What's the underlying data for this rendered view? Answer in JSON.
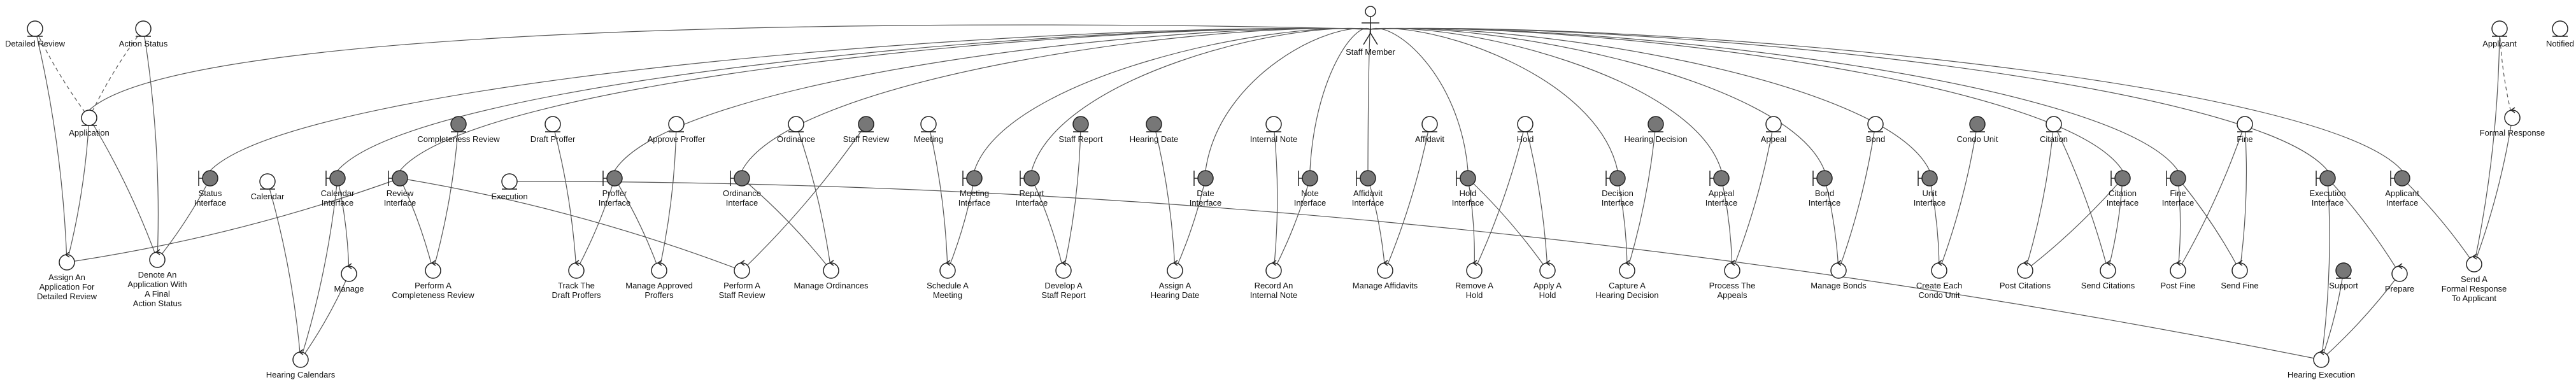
{
  "actor": {
    "id": "staff",
    "label": "Staff Member"
  },
  "nodes": [
    {
      "id": "detailedReview",
      "label": "Detailed Review",
      "kind": "entity"
    },
    {
      "id": "actionStatus",
      "label": "Action Status",
      "kind": "entity"
    },
    {
      "id": "application",
      "label": "Application",
      "kind": "entity"
    },
    {
      "id": "assignApp",
      "label": "Assign An\nApplication For\nDetailed Review",
      "kind": "control"
    },
    {
      "id": "denoteApp",
      "label": "Denote An\nApplication With\nA Final\nAction Status",
      "kind": "control"
    },
    {
      "id": "statusIf",
      "label": "Status\nInterface",
      "kind": "boundary"
    },
    {
      "id": "calendar",
      "label": "Calendar",
      "kind": "entity"
    },
    {
      "id": "calendarIf",
      "label": "Calendar\nInterface",
      "kind": "boundary"
    },
    {
      "id": "manage",
      "label": "Manage",
      "kind": "control"
    },
    {
      "id": "hearingCalendars",
      "label": "Hearing Calendars",
      "kind": "control"
    },
    {
      "id": "reviewIf",
      "label": "Review\nInterface",
      "kind": "boundary"
    },
    {
      "id": "completenessReview",
      "label": "Completeness Review",
      "kind": "entity-dark"
    },
    {
      "id": "performCompleteness",
      "label": "Perform A\nCompleteness Review",
      "kind": "control"
    },
    {
      "id": "execution",
      "label": "Execution",
      "kind": "entity"
    },
    {
      "id": "draftProffer",
      "label": "Draft Proffer",
      "kind": "entity"
    },
    {
      "id": "profferIf",
      "label": "Proffer\nInterface",
      "kind": "boundary"
    },
    {
      "id": "trackDraft",
      "label": "Track The\nDraft Proffers",
      "kind": "control"
    },
    {
      "id": "approveProffer",
      "label": "Approve Proffer",
      "kind": "entity"
    },
    {
      "id": "manageApproved",
      "label": "Manage Approved\nProffers",
      "kind": "control"
    },
    {
      "id": "ordinance",
      "label": "Ordinance",
      "kind": "entity"
    },
    {
      "id": "ordinanceIf",
      "label": "Ordinance\nInterface",
      "kind": "boundary"
    },
    {
      "id": "staffReview",
      "label": "Staff Review",
      "kind": "entity-dark"
    },
    {
      "id": "performStaff",
      "label": "Perform A\nStaff Review",
      "kind": "control"
    },
    {
      "id": "manageOrdinances",
      "label": "Manage Ordinances",
      "kind": "control"
    },
    {
      "id": "meeting",
      "label": "Meeting",
      "kind": "entity"
    },
    {
      "id": "meetingIf",
      "label": "Meeting\nInterface",
      "kind": "boundary"
    },
    {
      "id": "scheduleMeeting",
      "label": "Schedule A\nMeeting",
      "kind": "control"
    },
    {
      "id": "reportIf",
      "label": "Report\nInterface",
      "kind": "boundary"
    },
    {
      "id": "staffReport",
      "label": "Staff Report",
      "kind": "entity-dark"
    },
    {
      "id": "developReport",
      "label": "Develop A\nStaff Report",
      "kind": "control"
    },
    {
      "id": "hearingDate",
      "label": "Hearing Date",
      "kind": "entity-dark"
    },
    {
      "id": "dateIf",
      "label": "Date\nInterface",
      "kind": "boundary"
    },
    {
      "id": "assignHearing",
      "label": "Assign A\nHearing Date",
      "kind": "control"
    },
    {
      "id": "internalNote",
      "label": "Internal Note",
      "kind": "entity"
    },
    {
      "id": "noteIf",
      "label": "Note\nInterface",
      "kind": "boundary"
    },
    {
      "id": "recordNote",
      "label": "Record An\nInternal Note",
      "kind": "control"
    },
    {
      "id": "affidavitIf",
      "label": "Affidavit\nInterface",
      "kind": "boundary"
    },
    {
      "id": "affidavit",
      "label": "Affidavit",
      "kind": "entity"
    },
    {
      "id": "manageAffidavits",
      "label": "Manage Affidavits",
      "kind": "control"
    },
    {
      "id": "hold",
      "label": "Hold",
      "kind": "entity"
    },
    {
      "id": "holdIf",
      "label": "Hold\nInterface",
      "kind": "boundary"
    },
    {
      "id": "removeHold",
      "label": "Remove A\nHold",
      "kind": "control"
    },
    {
      "id": "applyHold",
      "label": "Apply A\nHold",
      "kind": "control"
    },
    {
      "id": "hearingDecision",
      "label": "Hearing Decision",
      "kind": "entity-dark"
    },
    {
      "id": "decisionIf",
      "label": "Decision\nInterface",
      "kind": "boundary"
    },
    {
      "id": "captureDecision",
      "label": "Capture A\nHearing Decision",
      "kind": "control"
    },
    {
      "id": "appeal",
      "label": "Appeal",
      "kind": "entity"
    },
    {
      "id": "appealIf",
      "label": "Appeal\nInterface",
      "kind": "boundary"
    },
    {
      "id": "processAppeals",
      "label": "Process The\nAppeals",
      "kind": "control"
    },
    {
      "id": "bond",
      "label": "Bond",
      "kind": "entity"
    },
    {
      "id": "bondIf",
      "label": "Bond\nInterface",
      "kind": "boundary"
    },
    {
      "id": "manageBonds",
      "label": "Manage Bonds",
      "kind": "control"
    },
    {
      "id": "condoUnit",
      "label": "Condo Unit",
      "kind": "entity-dark"
    },
    {
      "id": "unitIf",
      "label": "Unit\nInterface",
      "kind": "boundary"
    },
    {
      "id": "createCondo",
      "label": "Create Each\nCondo Unit",
      "kind": "control"
    },
    {
      "id": "citation",
      "label": "Citation",
      "kind": "entity"
    },
    {
      "id": "citationIf",
      "label": "Citation\nInterface",
      "kind": "boundary"
    },
    {
      "id": "postCitations",
      "label": "Post Citations",
      "kind": "control"
    },
    {
      "id": "sendCitations",
      "label": "Send Citations",
      "kind": "control"
    },
    {
      "id": "fine",
      "label": "Fine",
      "kind": "entity"
    },
    {
      "id": "fineIf",
      "label": "Fine\nInterface",
      "kind": "boundary"
    },
    {
      "id": "postFine",
      "label": "Post Fine",
      "kind": "control"
    },
    {
      "id": "sendFine",
      "label": "Send Fine",
      "kind": "control"
    },
    {
      "id": "executionIf",
      "label": "Execution\nInterface",
      "kind": "boundary"
    },
    {
      "id": "support",
      "label": "Support",
      "kind": "entity-dark"
    },
    {
      "id": "prepare",
      "label": "Prepare",
      "kind": "control"
    },
    {
      "id": "hearingExecution",
      "label": "Hearing Execution",
      "kind": "control"
    },
    {
      "id": "applicantIf",
      "label": "Applicant\nInterface",
      "kind": "boundary"
    },
    {
      "id": "sendFormal",
      "label": "Send A\nFormal Response\nTo Applicant",
      "kind": "control"
    },
    {
      "id": "applicant",
      "label": "Applicant",
      "kind": "entity"
    },
    {
      "id": "formalResponse",
      "label": "Formal Response",
      "kind": "control"
    },
    {
      "id": "notified",
      "label": "Notified",
      "kind": "entity"
    }
  ],
  "edges": [
    [
      "staff",
      "statusIf"
    ],
    [
      "staff",
      "calendarIf"
    ],
    [
      "staff",
      "reviewIf"
    ],
    [
      "staff",
      "application"
    ],
    [
      "staff",
      "profferIf"
    ],
    [
      "staff",
      "ordinanceIf"
    ],
    [
      "staff",
      "meetingIf"
    ],
    [
      "staff",
      "reportIf"
    ],
    [
      "staff",
      "dateIf"
    ],
    [
      "staff",
      "noteIf"
    ],
    [
      "staff",
      "affidavitIf"
    ],
    [
      "staff",
      "holdIf"
    ],
    [
      "staff",
      "decisionIf"
    ],
    [
      "staff",
      "appealIf"
    ],
    [
      "staff",
      "bondIf"
    ],
    [
      "staff",
      "unitIf"
    ],
    [
      "staff",
      "citationIf"
    ],
    [
      "staff",
      "fineIf"
    ],
    [
      "staff",
      "executionIf"
    ],
    [
      "staff",
      "applicantIf"
    ],
    [
      "application",
      "detailedReview",
      "dashed"
    ],
    [
      "application",
      "actionStatus",
      "dashed"
    ],
    [
      "application",
      "assignApp"
    ],
    [
      "application",
      "denoteApp"
    ],
    [
      "detailedReview",
      "assignApp"
    ],
    [
      "actionStatus",
      "denoteApp"
    ],
    [
      "statusIf",
      "denoteApp"
    ],
    [
      "reviewIf",
      "assignApp"
    ],
    [
      "reviewIf",
      "performCompleteness"
    ],
    [
      "reviewIf",
      "performStaff"
    ],
    [
      "completenessReview",
      "performCompleteness"
    ],
    [
      "calendarIf",
      "manage"
    ],
    [
      "calendarIf",
      "hearingCalendars"
    ],
    [
      "calendar",
      "hearingCalendars"
    ],
    [
      "manage",
      "hearingCalendars"
    ],
    [
      "execution",
      "hearingExecution"
    ],
    [
      "draftProffer",
      "trackDraft"
    ],
    [
      "profferIf",
      "trackDraft"
    ],
    [
      "profferIf",
      "manageApproved"
    ],
    [
      "approveProffer",
      "manageApproved"
    ],
    [
      "ordinance",
      "manageOrdinances"
    ],
    [
      "ordinanceIf",
      "manageOrdinances"
    ],
    [
      "staffReview",
      "performStaff"
    ],
    [
      "meeting",
      "scheduleMeeting"
    ],
    [
      "meetingIf",
      "scheduleMeeting"
    ],
    [
      "reportIf",
      "developReport"
    ],
    [
      "staffReport",
      "developReport"
    ],
    [
      "hearingDate",
      "assignHearing"
    ],
    [
      "dateIf",
      "assignHearing"
    ],
    [
      "internalNote",
      "recordNote"
    ],
    [
      "noteIf",
      "recordNote"
    ],
    [
      "affidavitIf",
      "manageAffidavits"
    ],
    [
      "affidavit",
      "manageAffidavits"
    ],
    [
      "hold",
      "removeHold"
    ],
    [
      "hold",
      "applyHold"
    ],
    [
      "holdIf",
      "removeHold"
    ],
    [
      "holdIf",
      "applyHold"
    ],
    [
      "hearingDecision",
      "captureDecision"
    ],
    [
      "decisionIf",
      "captureDecision"
    ],
    [
      "appeal",
      "processAppeals"
    ],
    [
      "appealIf",
      "processAppeals"
    ],
    [
      "bond",
      "manageBonds"
    ],
    [
      "bondIf",
      "manageBonds"
    ],
    [
      "condoUnit",
      "createCondo"
    ],
    [
      "unitIf",
      "createCondo"
    ],
    [
      "citation",
      "postCitations"
    ],
    [
      "citation",
      "sendCitations"
    ],
    [
      "citationIf",
      "postCitations"
    ],
    [
      "citationIf",
      "sendCitations"
    ],
    [
      "fine",
      "postFine"
    ],
    [
      "fine",
      "sendFine"
    ],
    [
      "fineIf",
      "postFine"
    ],
    [
      "fineIf",
      "sendFine"
    ],
    [
      "executionIf",
      "hearingExecution"
    ],
    [
      "executionIf",
      "prepare"
    ],
    [
      "support",
      "hearingExecution"
    ],
    [
      "prepare",
      "hearingExecution"
    ],
    [
      "applicantIf",
      "sendFormal"
    ],
    [
      "formalResponse",
      "sendFormal"
    ],
    [
      "formalResponse",
      "applicant",
      "dashed"
    ],
    [
      "applicant",
      "sendFormal"
    ]
  ],
  "colors": {
    "entity_fill": "#ffffff",
    "entity_dark_fill": "#777777",
    "stroke": "#222222",
    "edge": "#555555"
  }
}
